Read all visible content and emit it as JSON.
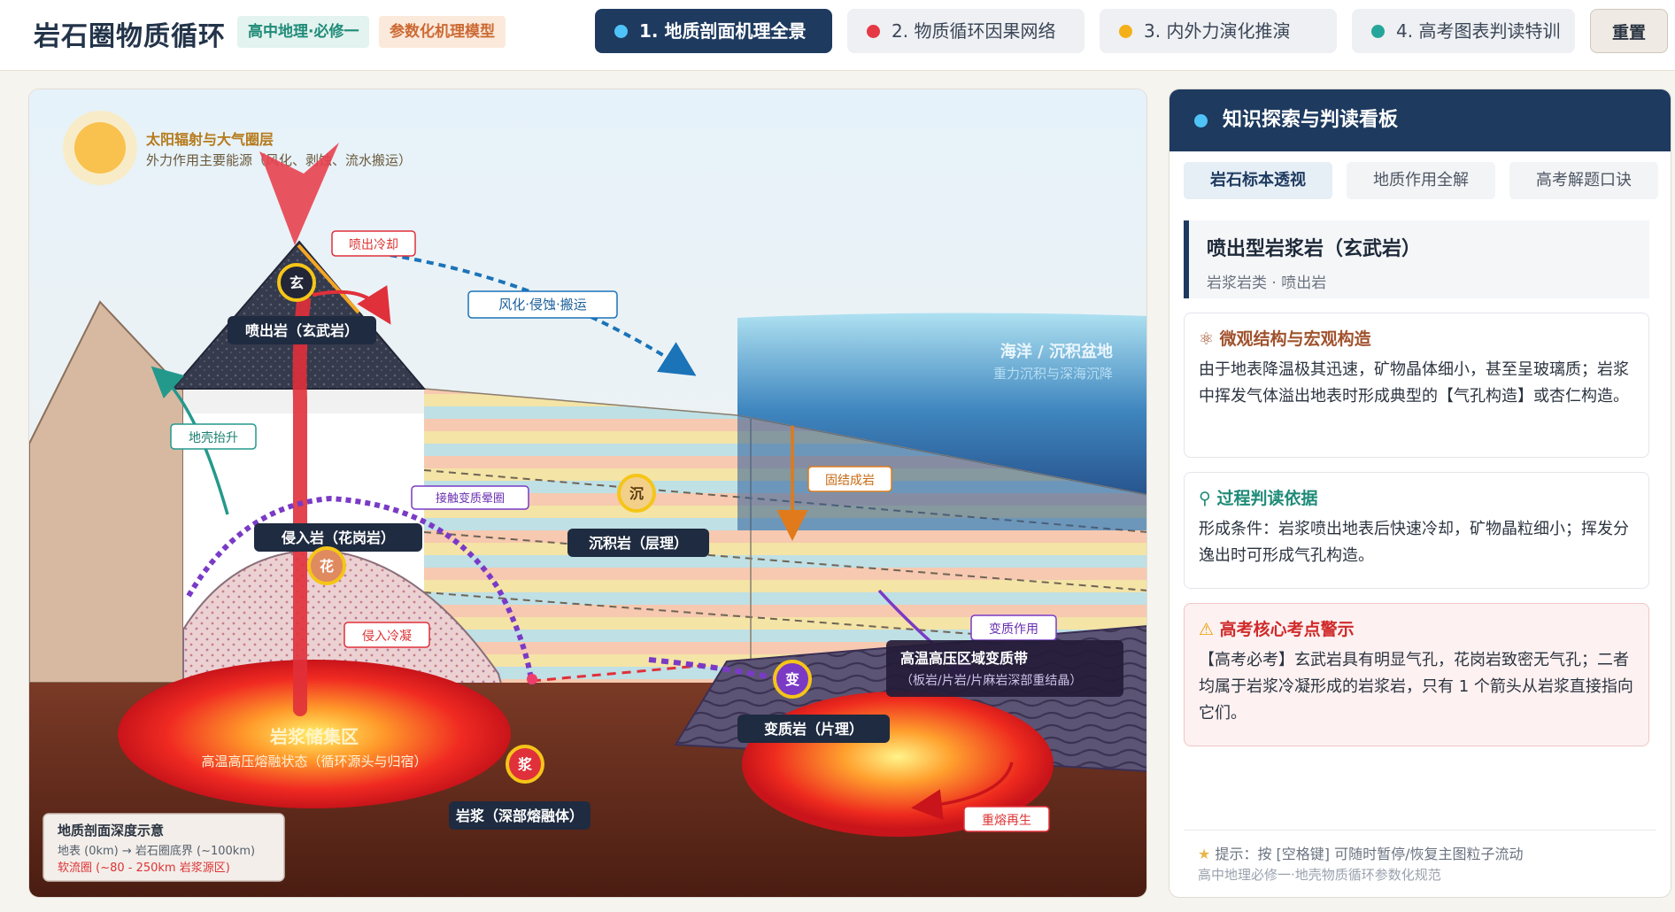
{
  "app": {
    "title": "岩石圈物质循环",
    "tag_grade": "高中地理·必修一",
    "tag_model": "参数化机理模型",
    "reset_label": "重置"
  },
  "nav": {
    "tabs": [
      {
        "label": "1. 地质剖面机理全景",
        "dot_color": "#4fc3f7",
        "active": true
      },
      {
        "label": "2. 物质循环因果网络",
        "dot_color": "#e53946",
        "active": false
      },
      {
        "label": "3. 内外力演化推演",
        "dot_color": "#f5b019",
        "active": false
      },
      {
        "label": "4. 高考图表判读特训",
        "dot_color": "#26a69a",
        "active": false
      }
    ]
  },
  "diagram": {
    "sun_title": "太阳辐射与大气圈层",
    "sun_sub": "外力作用主要能源（风化、剥蚀、流水搬运）",
    "ocean_title": "海洋 / 沉积盆地",
    "ocean_sub": "重力沉积与深海沉降",
    "labels": {
      "extrusive_tag": "喷出冷却",
      "weathering": "风化·侵蚀·搬运",
      "extrusive_rock": "喷出岩（玄武岩）",
      "uplift": "地壳抬升",
      "contact_meta": "接触变质晕圈",
      "intrusive_rock": "侵入岩（花岗岩）",
      "lithify": "固结成岩",
      "sedimentary": "沉积岩（层理）",
      "intrusive_tag": "侵入冷凝",
      "metamorphism": "变质作用",
      "meta_zone_title": "高温高压区域变质带",
      "meta_zone_sub": "（板岩/片岩/片麻岩深部重结晶）",
      "metamorphic_rock": "变质岩（片理）",
      "magma_zone_title": "岩浆储集区",
      "magma_zone_sub": "高温高压熔融状态（循环源头与归宿）",
      "magma": "岩浆（深部熔融体）",
      "remelt": "重熔再生"
    },
    "badges": {
      "basalt": "玄",
      "sediment": "沉",
      "granite": "花",
      "meta": "变",
      "magma": "浆"
    },
    "legend": {
      "title": "地质剖面深度示意",
      "line1": "地表 (0km) → 岩石圈底界 (~100km)",
      "line2": "软流圈 (~80 - 250km 岩浆源区)"
    }
  },
  "panel": {
    "header": "知识探索与判读看板",
    "subtabs": [
      "岩石标本透视",
      "地质作用全解",
      "高考解题口诀"
    ],
    "rock_name": "喷出型岩浆岩（玄武岩）",
    "rock_class": "岩浆岩类 · 喷出岩",
    "card_structure_title": "微观结构与宏观构造",
    "card_structure_text": "由于地表降温极其迅速，矿物晶体细小，甚至呈玻璃质；岩浆中挥发气体溢出地表时形成典型的【气孔构造】或杏仁构造。",
    "card_process_title": "过程判读依据",
    "card_process_text": "形成条件：岩浆喷出地表后快速冷却，矿物晶粒细小；挥发分逸出时可形成气孔构造。",
    "card_warn_title": "高考核心考点警示",
    "card_warn_text": "【高考必考】玄武岩具有明显气孔，花岗岩致密无气孔；二者均属于岩浆冷凝形成的岩浆岩，只有 1 个箭头从岩浆直接指向它们。",
    "tip": "提示：按 [空格键] 可随时暂停/恢复主图粒子流动",
    "note": "高中地理必修一·地壳物质循环参数化规范"
  }
}
